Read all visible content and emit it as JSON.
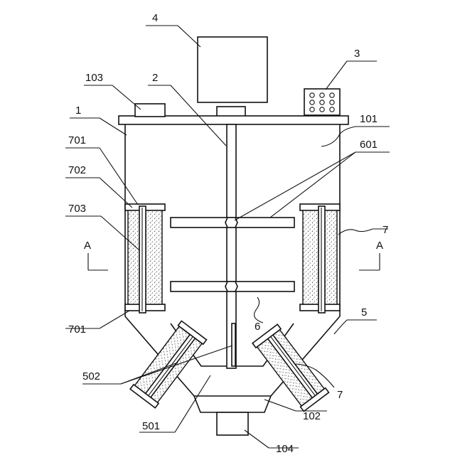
{
  "labels": {
    "l4": "4",
    "l3": "3",
    "l103": "103",
    "l2": "2",
    "l1": "1",
    "l101": "101",
    "l701_top": "701",
    "l601": "601",
    "l702": "702",
    "l703": "703",
    "l7_right": "7",
    "lA_left": "A",
    "lA_right": "A",
    "l6": "6",
    "l701_bottom": "701",
    "l5": "5",
    "l502": "502",
    "l7_bottom": "7",
    "l501": "501",
    "l102": "102",
    "l104": "104"
  },
  "colors": {
    "line": "#111111",
    "background": "#ffffff",
    "stipple": "#555555"
  }
}
